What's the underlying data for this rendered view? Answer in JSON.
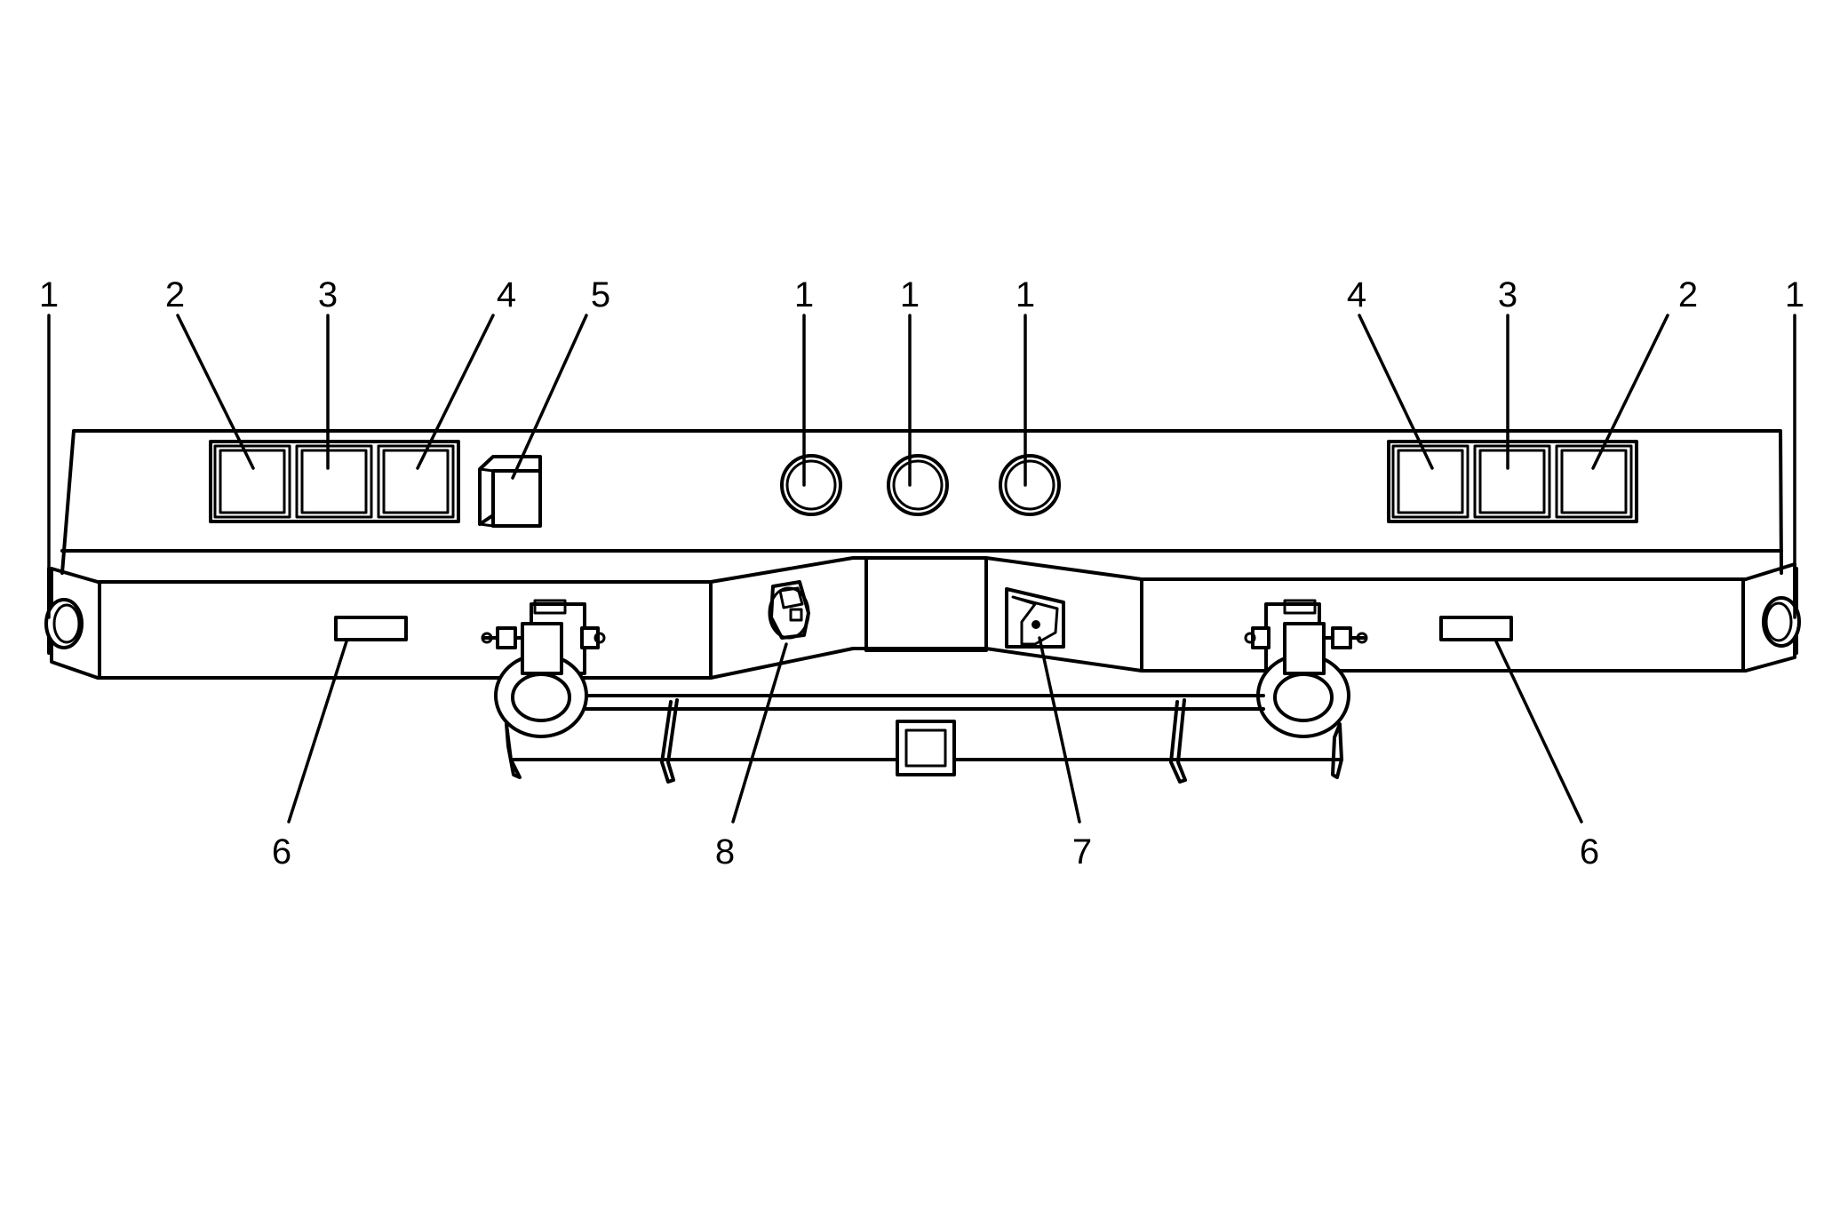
{
  "callouts": {
    "c1a": "1",
    "c2a": "2",
    "c3a": "3",
    "c4a": "4",
    "c5": "5",
    "c1b": "1",
    "c1c": "1",
    "c1d": "1",
    "c4b": "4",
    "c3b": "3",
    "c2b": "2",
    "c1e": "1",
    "c6a": "6",
    "c8": "8",
    "c7": "7",
    "c6b": "6"
  },
  "colors": {
    "line": "#000000",
    "background": "#ffffff"
  }
}
